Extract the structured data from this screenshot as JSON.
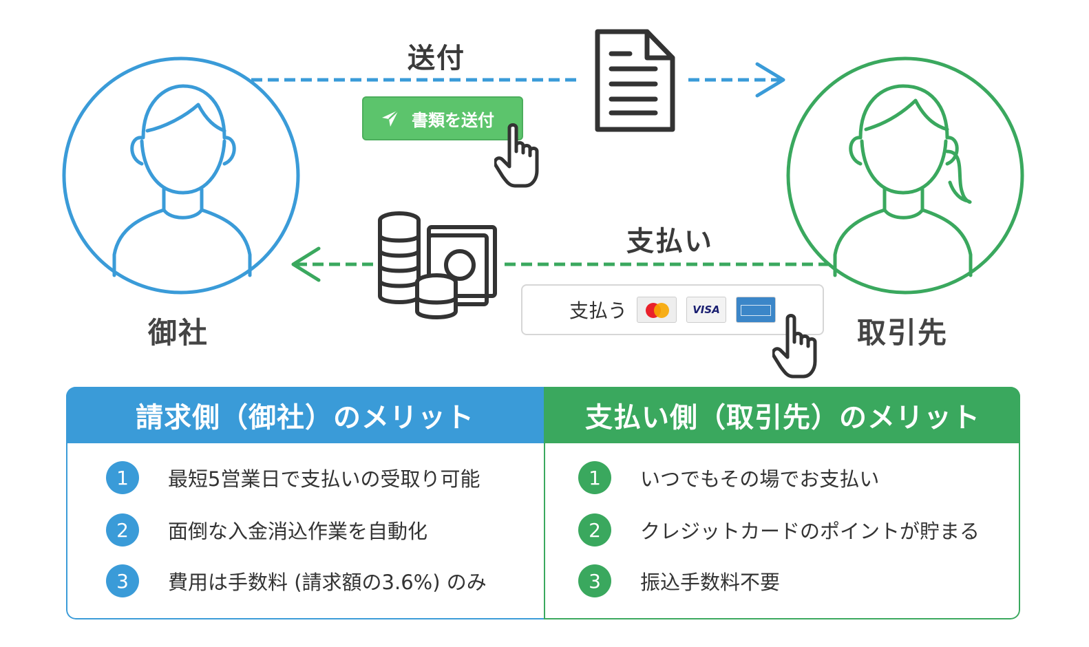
{
  "diagram": {
    "left_party": "御社",
    "right_party": "取引先",
    "send_label": "送付",
    "send_button": "書類を送付",
    "payment_label": "支払い",
    "pay_button": "支払う",
    "colors": {
      "blue": "#3a9bd8",
      "green": "#3aa85e",
      "button_green": "#5cc46c",
      "icon_dark": "#333333"
    },
    "icons": [
      "user-icon",
      "document-icon",
      "coins-icon",
      "hand-pointer-icon",
      "send-icon",
      "mastercard-icon",
      "visa-icon",
      "amex-icon"
    ],
    "card_visa_text": "VISA"
  },
  "benefits": {
    "left": {
      "title": "請求側（御社）のメリット",
      "items": [
        {
          "num": "1",
          "text": "最短5営業日で支払いの受取り可能"
        },
        {
          "num": "2",
          "text": "面倒な入金消込作業を自動化"
        },
        {
          "num": "3",
          "text": "費用は手数料 (請求額の3.6%) のみ"
        }
      ]
    },
    "right": {
      "title": "支払い側（取引先）のメリット",
      "items": [
        {
          "num": "1",
          "text": "いつでもその場でお支払い"
        },
        {
          "num": "2",
          "text": "クレジットカードのポイントが貯まる"
        },
        {
          "num": "3",
          "text": "振込手数料不要"
        }
      ]
    }
  }
}
